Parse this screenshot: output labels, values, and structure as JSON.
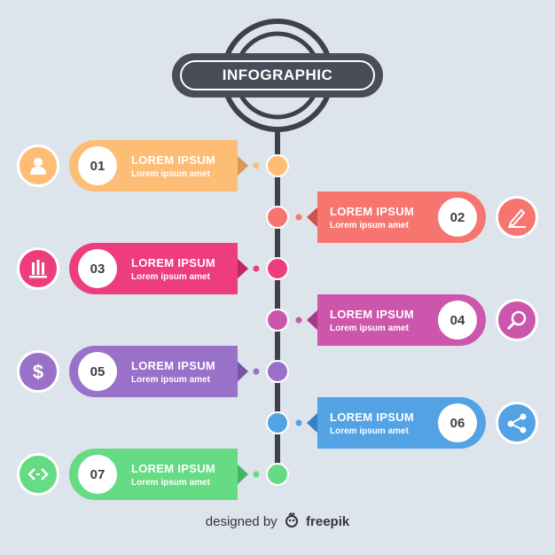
{
  "title": "INFOGRAPHIC",
  "colors": {
    "background": "#dde4ec",
    "line": "#3e414a",
    "title_bg": "#4a4d57"
  },
  "steps": [
    {
      "number": "01",
      "title": "LOREM IPSUM",
      "subtitle": "Lorem ipsum amet",
      "side": "left",
      "color": "#fdbd75",
      "fold": "#d99a55",
      "icon": "user-icon"
    },
    {
      "number": "02",
      "title": "LOREM IPSUM",
      "subtitle": "Lorem ipsum amet",
      "side": "right",
      "color": "#f6756e",
      "fold": "#cf524c",
      "icon": "pencil-icon"
    },
    {
      "number": "03",
      "title": "LOREM IPSUM",
      "subtitle": "Lorem ipsum amet",
      "side": "left",
      "color": "#ee3d7c",
      "fold": "#c42561",
      "icon": "bar-chart-icon"
    },
    {
      "number": "04",
      "title": "LOREM IPSUM",
      "subtitle": "Lorem ipsum amet",
      "side": "right",
      "color": "#cd56ad",
      "fold": "#a43b88",
      "icon": "search-icon"
    },
    {
      "number": "05",
      "title": "LOREM IPSUM",
      "subtitle": "Lorem ipsum amet",
      "side": "left",
      "color": "#9a71c9",
      "fold": "#7a52a8",
      "icon": "dollar-icon"
    },
    {
      "number": "06",
      "title": "LOREM IPSUM",
      "subtitle": "Lorem ipsum amet",
      "side": "right",
      "color": "#52a2e4",
      "fold": "#3781bf",
      "icon": "share-icon"
    },
    {
      "number": "07",
      "title": "LOREM IPSUM",
      "subtitle": "Lorem ipsum amet",
      "side": "left",
      "color": "#65db83",
      "fold": "#44b563",
      "icon": "code-icon"
    }
  ],
  "credit": {
    "prefix": "designed by",
    "brand": "freepik"
  }
}
